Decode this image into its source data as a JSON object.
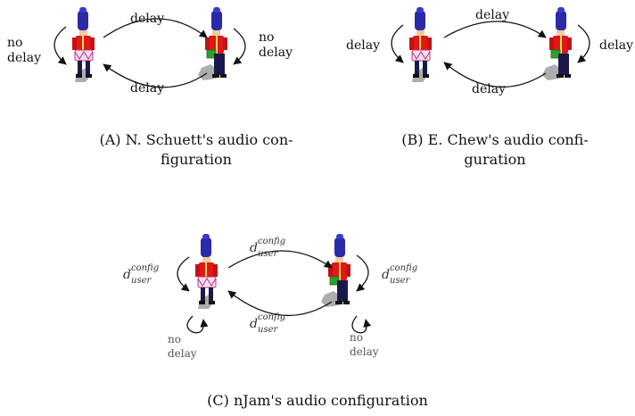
{
  "panel_a": {
    "labels": {
      "top": "delay",
      "bottom": "delay",
      "left_line1": "no",
      "left_line2": "delay",
      "right_line1": "no",
      "right_line2": "delay"
    },
    "caption": {
      "tag": "(A)",
      "line1": "N. Schuett's audio con-",
      "line2": "figuration"
    }
  },
  "panel_b": {
    "labels": {
      "top": "delay",
      "bottom": "delay",
      "left": "delay",
      "right": "delay"
    },
    "caption": {
      "tag": "(B)",
      "line1": "E. Chew's audio confi-",
      "line2": "guration"
    }
  },
  "panel_c": {
    "labels": {
      "d": "d",
      "sup": "config",
      "sub": "user",
      "left_nodelay_1": "no",
      "left_nodelay_2": "delay",
      "right_nodelay_1": "no",
      "right_nodelay_2": "delay"
    },
    "caption": {
      "tag": "(C)",
      "text": "nJam's audio configuration"
    }
  },
  "colors": {
    "coat": "#e01818",
    "hat": "#2a2aa8",
    "drum": "#e8d8e8",
    "shadow": "#999999",
    "gift": "#2ca02c"
  }
}
